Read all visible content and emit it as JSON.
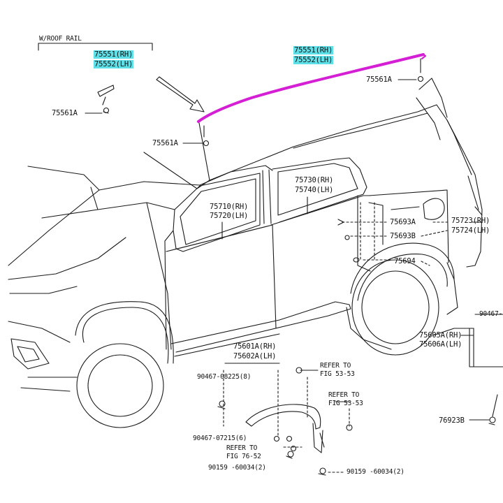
{
  "variant_header": "W/ROOF RAIL",
  "parts": {
    "roof_rail_left_rh": "75551(RH)",
    "roof_rail_left_lh": "75552(LH)",
    "roof_rail_main_rh": "75551(RH)",
    "roof_rail_main_lh": "75552(LH)",
    "clip_left": "75561A",
    "clip_rear": "75561A",
    "clip_front": "75561A",
    "front_door_rh": "75710(RH)",
    "front_door_lh": "75720(LH)",
    "rear_door_rh": "75730(RH)",
    "rear_door_lh": "75740(LH)",
    "quarter_rh": "75723(RH)",
    "quarter_lh": "75724(LH)",
    "clip_a": "75693A",
    "clip_b": "75693B",
    "clip_c": "75694",
    "rocker_rh": "75605A(RH)",
    "rocker_lh": "75606A(LH)",
    "fender_rh": "75601A(RH)",
    "fender_lh": "75602A(LH)",
    "screw_1": "90467-08225(8)",
    "screw_2": "90467-07215(6)",
    "bolt_1": "90159 -60034(2)",
    "bolt_2": "90159 -60034(2)",
    "clip_far": "76923B",
    "edge_code": "90467-"
  },
  "refs": {
    "ref_1_line1": "REFER TO",
    "ref_1_line2": "FIG 53-53",
    "ref_2_line1": "REFER TO",
    "ref_2_line2": "FIG 53-53",
    "ref_3_line1": "REFER TO",
    "ref_3_line2": "FIG 76-52"
  },
  "colors": {
    "highlight": "#5ee0e8",
    "roof_rail": "#d41fd4",
    "line": "#1a1a1a"
  }
}
